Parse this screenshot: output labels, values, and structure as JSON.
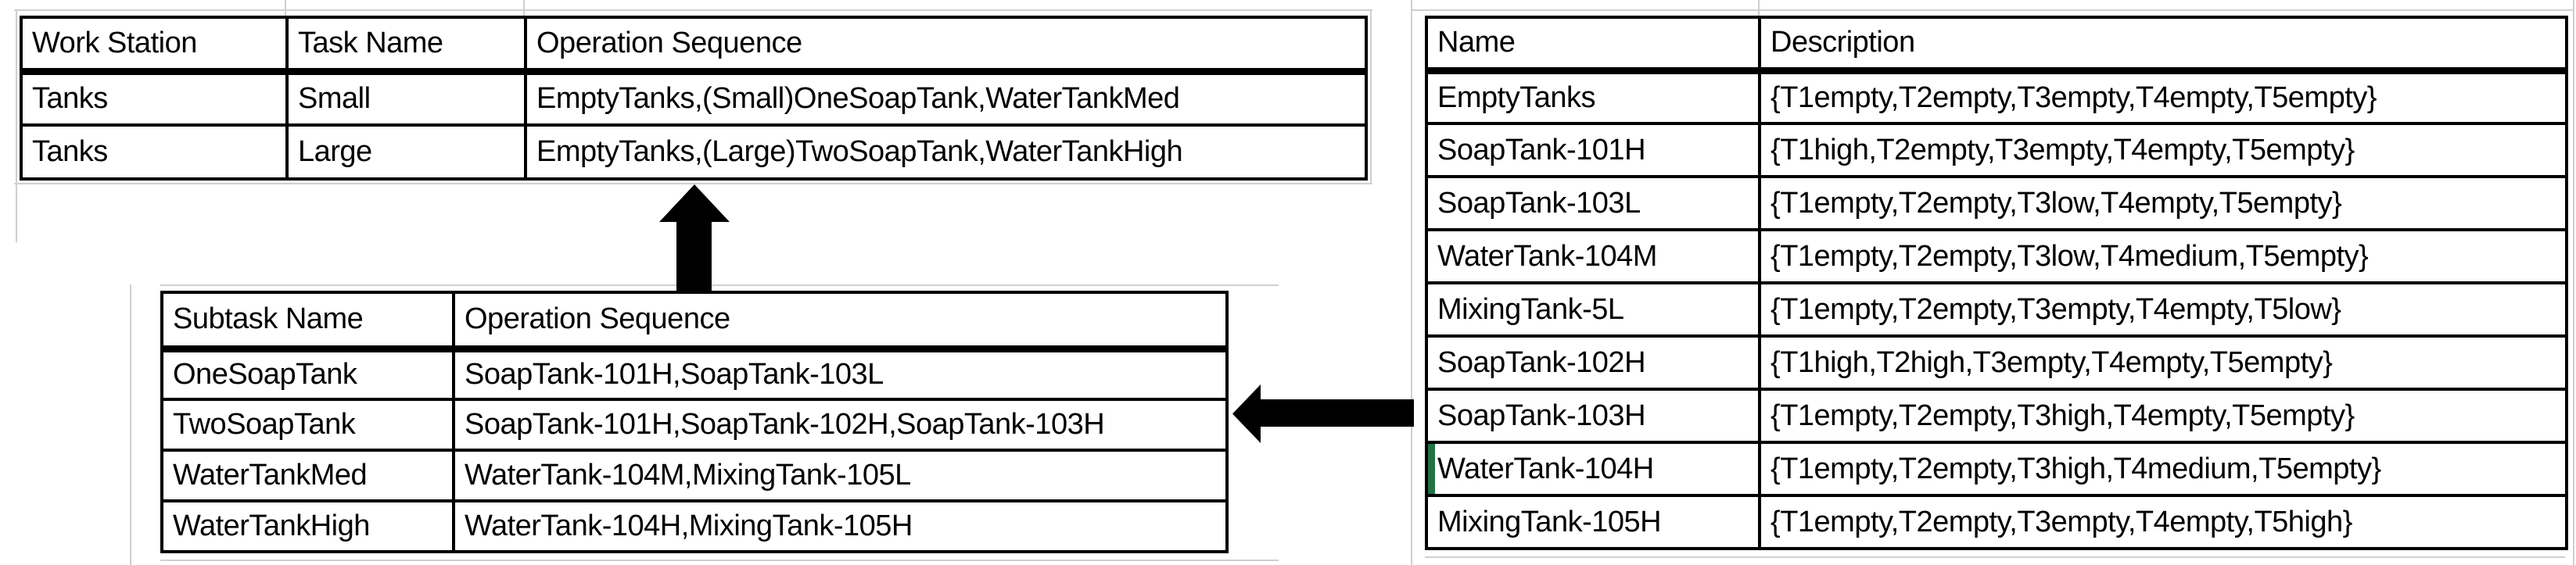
{
  "tables": {
    "tasks": {
      "headers": [
        "Work Station",
        "Task Name",
        "Operation Sequence"
      ],
      "rows": [
        [
          "Tanks",
          "Small",
          "EmptyTanks,(Small)OneSoapTank,WaterTankMed"
        ],
        [
          "Tanks",
          "Large",
          "EmptyTanks,(Large)TwoSoapTank,WaterTankHigh"
        ]
      ]
    },
    "subtasks": {
      "headers": [
        "Subtask Name",
        "Operation Sequence"
      ],
      "rows": [
        [
          "OneSoapTank",
          "SoapTank-101H,SoapTank-103L"
        ],
        [
          "TwoSoapTank",
          "SoapTank-101H,SoapTank-102H,SoapTank-103H"
        ],
        [
          "WaterTankMed",
          "WaterTank-104M,MixingTank-105L"
        ],
        [
          "WaterTankHigh",
          "WaterTank-104H,MixingTank-105H"
        ]
      ]
    },
    "operations": {
      "headers": [
        "Name",
        "Description"
      ],
      "rows": [
        [
          "EmptyTanks",
          "{T1empty,T2empty,T3empty,T4empty,T5empty}"
        ],
        [
          "SoapTank-101H",
          "{T1high,T2empty,T3empty,T4empty,T5empty}"
        ],
        [
          "SoapTank-103L",
          "{T1empty,T2empty,T3low,T4empty,T5empty}"
        ],
        [
          "WaterTank-104M",
          "{T1empty,T2empty,T3low,T4medium,T5empty}"
        ],
        [
          "MixingTank-5L",
          "{T1empty,T2empty,T3empty,T4empty,T5low}"
        ],
        [
          "SoapTank-102H",
          "{T1high,T2high,T3empty,T4empty,T5empty}"
        ],
        [
          "SoapTank-103H",
          "{T1empty,T2empty,T3high,T4empty,T5empty}"
        ],
        [
          "WaterTank-104H",
          "{T1empty,T2empty,T3high,T4medium,T5empty}"
        ],
        [
          "MixingTank-105H",
          "{T1empty,T2empty,T3empty,T4empty,T5high}"
        ]
      ],
      "selected": {
        "row": 7,
        "col": 0
      }
    }
  },
  "icons": {
    "up_arrow": "solid-black-block-arrow-up",
    "left_arrow": "solid-black-block-arrow-left"
  },
  "colors": {
    "selection_green": "#217346",
    "table_border": "#000000",
    "gridline": "#cfcfcf",
    "text": "#000000",
    "background": "#ffffff"
  }
}
